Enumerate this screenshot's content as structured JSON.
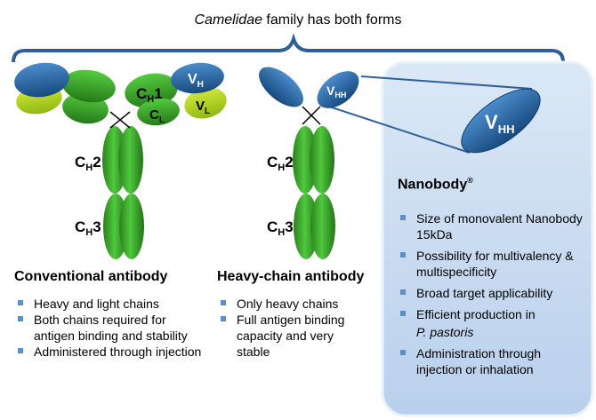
{
  "top_caption": {
    "italic": "Camelidae",
    "rest": " family has both forms"
  },
  "conventional": {
    "labels": {
      "ch1": "1",
      "cl": "L",
      "vh": "H",
      "vl": "L",
      "ch2": "2",
      "ch3": "3"
    },
    "heading": "Conventional antibody",
    "bullets": [
      "Heavy and light chains",
      "Both chains required for antigen binding and stability",
      "Administered through injection"
    ]
  },
  "heavy_chain": {
    "labels": {
      "vhh": "HH",
      "ch2": "2",
      "ch3": "3"
    },
    "heading": "Heavy-chain antibody",
    "bullets": [
      "Only heavy chains",
      "Full antigen binding capacity and very stable"
    ]
  },
  "nanobody": {
    "vhh_label": "HH",
    "heading": "Nanobody",
    "reg_mark": "®",
    "bullets": [
      "Size of monovalent Nanobody 15kDa",
      "Possibility for multivalency & multispecificity",
      "Broad target applicability",
      "Efficient production in",
      "P. pastoris",
      "Administration through injection or inhalation"
    ]
  },
  "colors": {
    "green_dark": "#2f8a1f",
    "green_light": "#4cc23a",
    "lime": "#b8d81c",
    "blue_dark": "#1f5a94",
    "blue_light": "#3d7fc2",
    "panel": "#cfe0f3",
    "bracket": "#2f5f98"
  }
}
